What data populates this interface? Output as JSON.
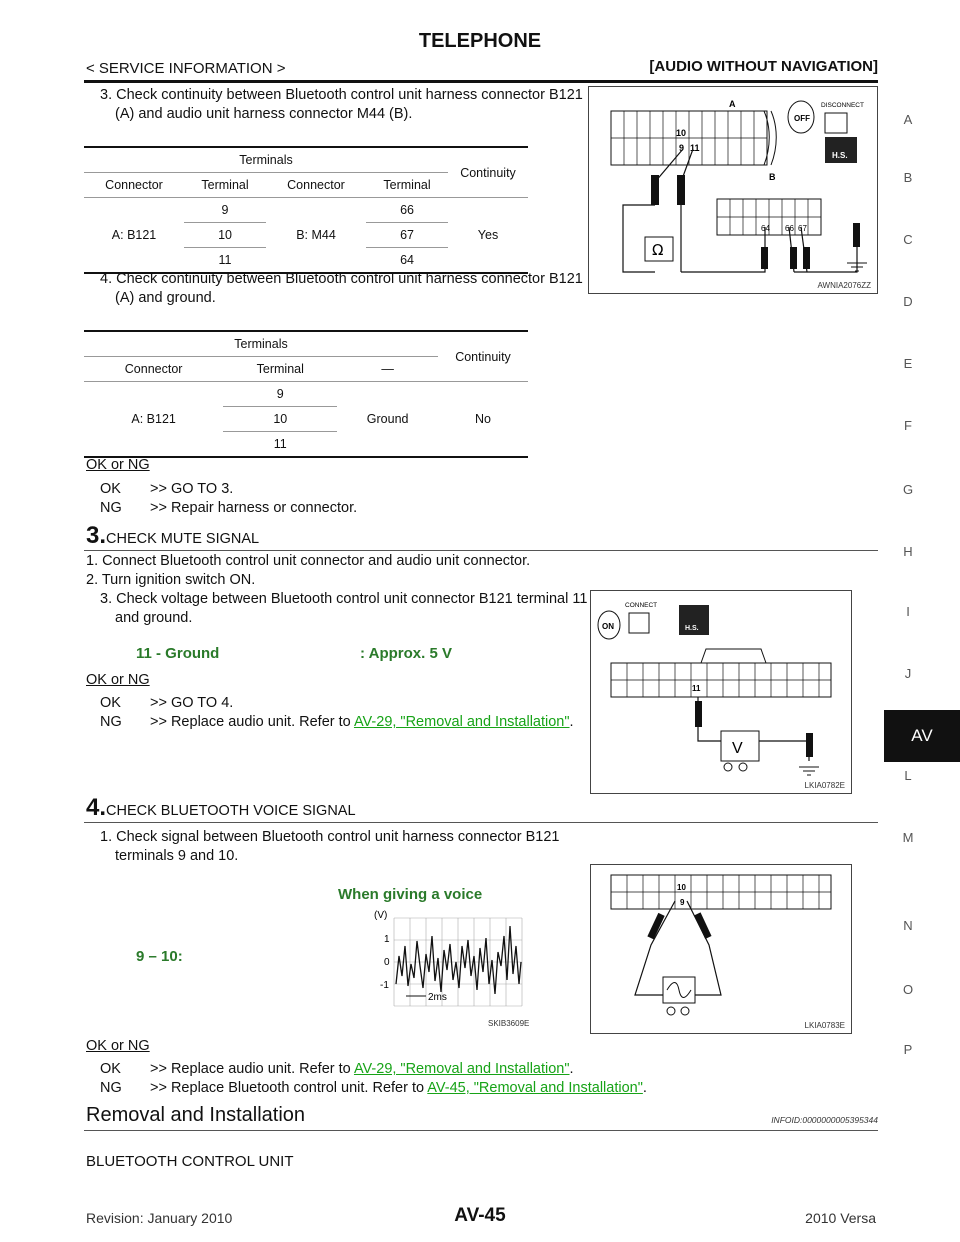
{
  "header": {
    "title": "TELEPHONE",
    "section": "< SERVICE INFORMATION >",
    "context": "[AUDIO WITHOUT NAVIGATION]"
  },
  "side_index": [
    "A",
    "B",
    "C",
    "D",
    "E",
    "F",
    "G",
    "H",
    "I",
    "J",
    "AV",
    "L",
    "M",
    "N",
    "O",
    "P"
  ],
  "step2": {
    "item3": "3. Check continuity between Bluetooth control unit harness connector B121 (A) and audio unit harness connector M44 (B).",
    "table1": {
      "h_terminals": "Terminals",
      "h_continuity": "Continuity",
      "h_connector": "Connector",
      "h_terminal": "Terminal",
      "h_connector2": "Connector",
      "h_terminal2": "Terminal",
      "conn_a": "A: B121",
      "conn_b": "B: M44",
      "a_terms": [
        "9",
        "10",
        "11"
      ],
      "b_terms": [
        "66",
        "67",
        "64"
      ],
      "result": "Yes"
    },
    "item4": "4. Check continuity between Bluetooth control unit harness connector B121 (A) and ground.",
    "table2": {
      "h_terminals": "Terminals",
      "h_continuity": "Continuity",
      "h_connector": "Connector",
      "h_terminal": "Terminal",
      "h_dash": "—",
      "conn": "A: B121",
      "terms": [
        "9",
        "10",
        "11"
      ],
      "ground": "Ground",
      "result": "No"
    },
    "ok_ng": "OK or NG",
    "ok": "OK",
    "ok_action": ">> GO TO 3.",
    "ng": "NG",
    "ng_action": ">> Repair harness or connector.",
    "fig": {
      "label_a": "A",
      "label_b": "B",
      "disconnect": "DISCONNECT",
      "off": "OFF",
      "hs": "H.S.",
      "pins_a": [
        "10",
        "9",
        "11"
      ],
      "pins_b": [
        "64",
        "66",
        "67"
      ],
      "ohm": "Ω",
      "id": "AWNIA2076ZZ"
    }
  },
  "step3": {
    "num": "3.",
    "title": "CHECK MUTE SIGNAL",
    "item1": "1. Connect Bluetooth control unit connector and audio unit connector.",
    "item2": "2. Turn ignition switch ON.",
    "item3": "3. Check voltage between Bluetooth control unit connector B121 terminal 11 and ground.",
    "spec_label": "11 - Ground",
    "spec_value": ": Approx. 5 V",
    "ok_ng": "OK or NG",
    "ok": "OK",
    "ok_action": ">> GO TO 4.",
    "ng": "NG",
    "ng_action": ">> Replace audio unit. Refer to",
    "ng_link": "AV-29, \"Removal and Installation\"",
    "ng_tail": ".",
    "fig": {
      "connect": "CONNECT",
      "on": "ON",
      "hs": "H.S.",
      "pin": "11",
      "volt": "V",
      "id": "LKIA0782E"
    }
  },
  "step4": {
    "num": "4.",
    "title": "CHECK BLUETOOTH VOICE SIGNAL",
    "item1": "1. Check signal between Bluetooth control unit harness connector B121 terminals 9 and 10.",
    "when": "When giving a voice",
    "terminals": "9 – 10:",
    "scope": {
      "unit": "(V)",
      "y_labels": [
        "1",
        "0",
        "-1"
      ],
      "time": "2ms",
      "id": "SKIB3609E"
    },
    "fig": {
      "pins": [
        "10",
        "9"
      ],
      "id": "LKIA0783E"
    },
    "ok_ng": "OK or NG",
    "ok": "OK",
    "ok_action": ">> Replace audio unit. Refer to",
    "ok_link": "AV-29, \"Removal and Installation\"",
    "ng": "NG",
    "ng_action": ">> Replace Bluetooth control unit. Refer to",
    "ng_link": "AV-45, \"Removal and Installation\"",
    "tail": "."
  },
  "removal": {
    "title": "Removal and Installation",
    "infoid": "INFOID:0000000005395344",
    "sub": "BLUETOOTH CONTROL UNIT"
  },
  "footer": {
    "revision": "Revision: January 2010",
    "page": "AV-45",
    "model": "2010 Versa"
  }
}
